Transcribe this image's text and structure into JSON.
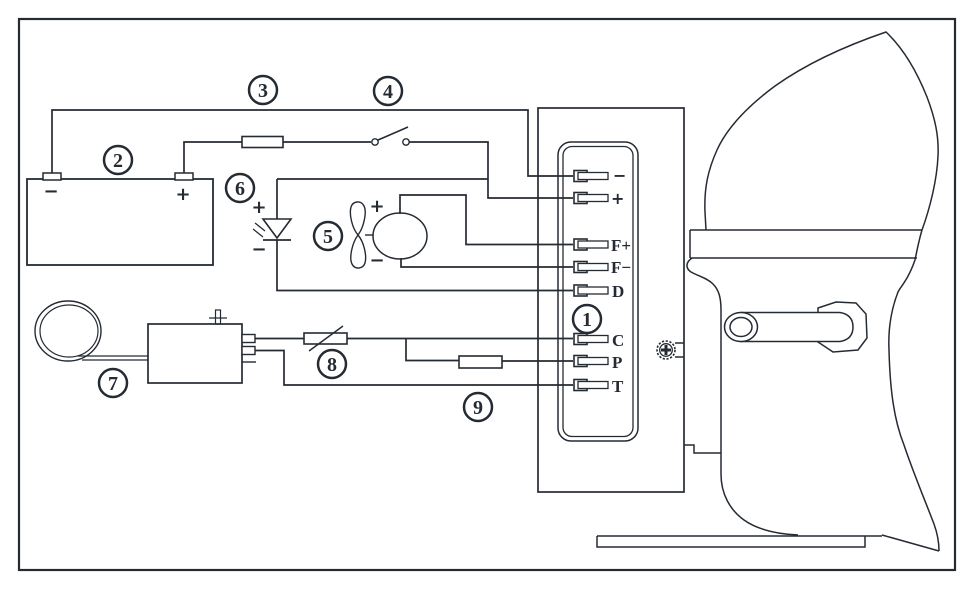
{
  "colors": {
    "ink": "#252b33",
    "background": "#ffffff"
  },
  "callouts": [
    "1",
    "2",
    "3",
    "4",
    "5",
    "6",
    "7",
    "8",
    "9"
  ],
  "controller": {
    "terminals": [
      {
        "label": "−"
      },
      {
        "label": "+"
      },
      {
        "label": "F+"
      },
      {
        "label": "F−"
      },
      {
        "label": "D"
      },
      {
        "label": "C"
      },
      {
        "label": "P"
      },
      {
        "label": "T"
      }
    ]
  },
  "battery": {
    "minus": "−",
    "plus": "+"
  },
  "led": {
    "plus": "+",
    "minus": "−"
  },
  "fan_motor": {
    "plus": "+",
    "minus": "−"
  }
}
